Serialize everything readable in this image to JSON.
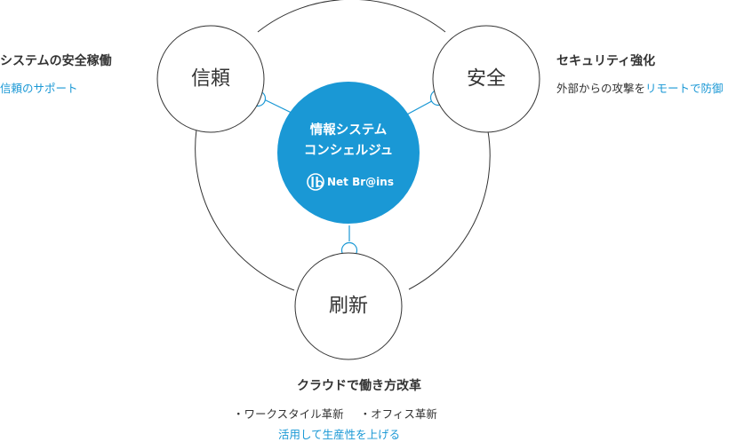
{
  "colors": {
    "accent": "#1a98d5",
    "text": "#333333",
    "line": "#333333"
  },
  "nodes": {
    "trust": "信頼",
    "security": "安全",
    "renewal": "刷新"
  },
  "center": {
    "line1": "情報システム",
    "line2": "コンシェルジュ",
    "logo_text": "Net Br@ins",
    "logo_icon": "netbrains-logo-icon"
  },
  "left": {
    "title": "システムの安全稼働",
    "subtitle": "信頼のサポート"
  },
  "right": {
    "title": "セキュリティ強化",
    "subtitle_prefix": "外部からの攻撃を",
    "subtitle_accent": "リモートで防御"
  },
  "bottom": {
    "title": "クラウドで働き方改革",
    "item1": "・ワークスタイル革新",
    "item2": "・オフィス革新",
    "subtitle": "活用して生産性を上げる"
  }
}
